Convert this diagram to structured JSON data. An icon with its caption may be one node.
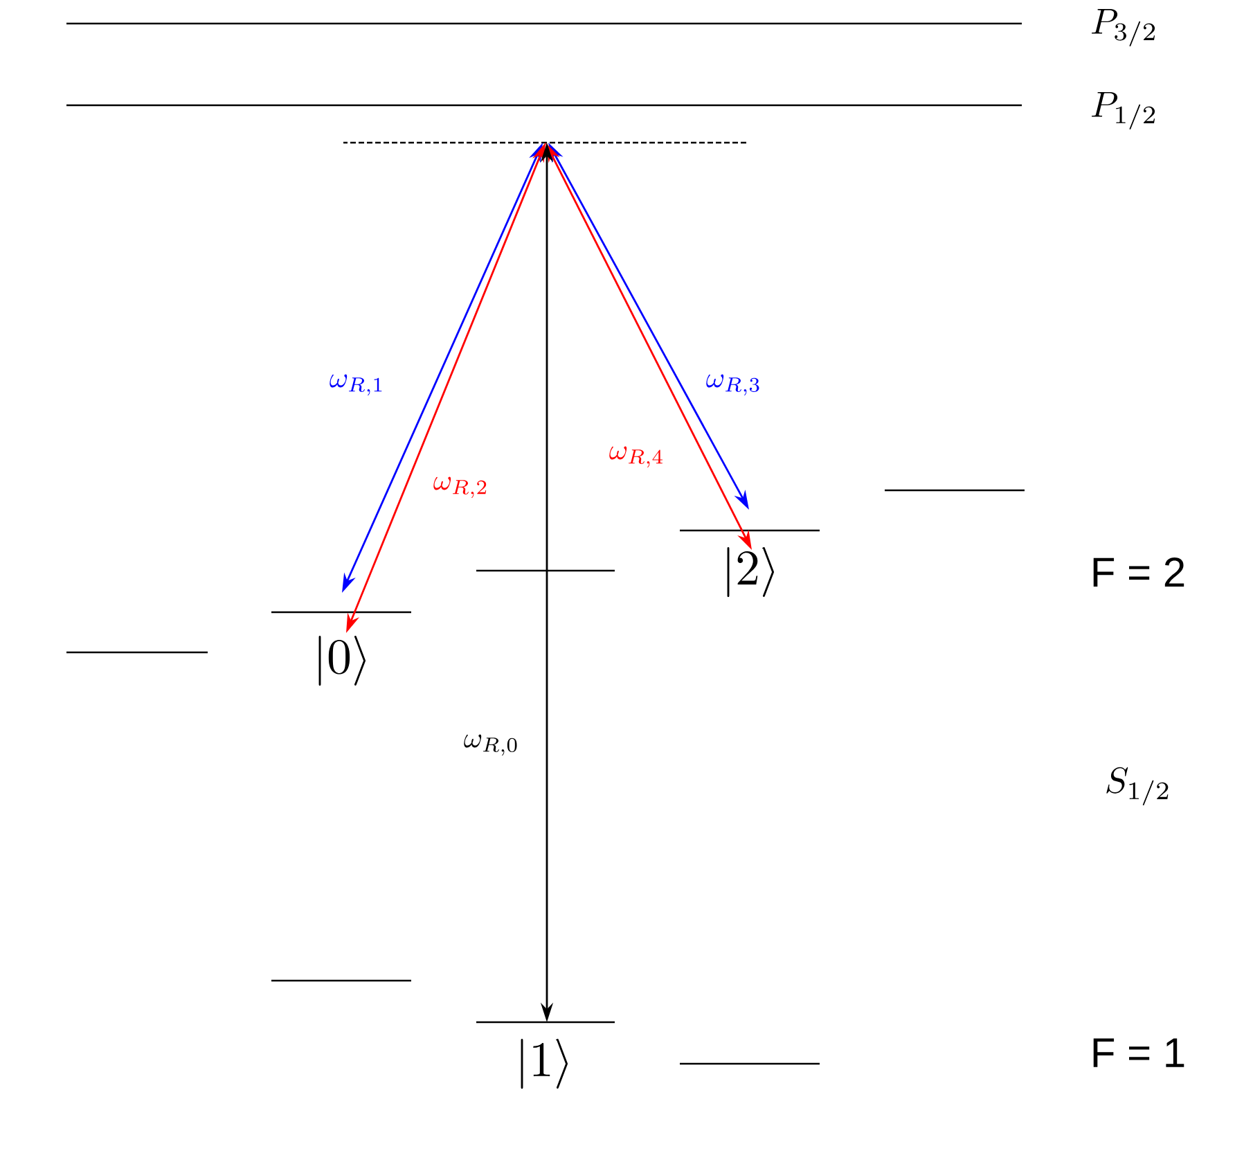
{
  "diagram": {
    "nodes": [
      {
        "text": [
          "P_{3/2}"
        ]
      },
      {
        "text": [
          "P_{1/2}"
        ]
      },
      {
        "text": [],
        "shape": "dashed-line"
      },
      {
        "text": [],
        "shape": "line"
      },
      {
        "text": [
          "|0\\rangle"
        ]
      },
      {
        "text": [],
        "shape": "line"
      },
      {
        "text": [
          "|2\\rangle"
        ]
      },
      {
        "text": [],
        "shape": "line"
      },
      {
        "text": [],
        "shape": "line"
      },
      {
        "text": [
          "|1\\rangle"
        ]
      },
      {
        "text": [],
        "shape": "line"
      }
    ],
    "edges": [
      {
        "from": 2,
        "to": 4,
        "arrow": "both",
        "label": "\\omega_{R,1}",
        "color": "#0000ff"
      },
      {
        "from": 2,
        "to": 4,
        "arrow": "both",
        "label": "\\omega_{R,2}",
        "color": "#ff0000"
      },
      {
        "from": 2,
        "to": 6,
        "arrow": "both",
        "label": "\\omega_{R,3}",
        "color": "#0000ff"
      },
      {
        "from": 2,
        "to": 6,
        "arrow": "both",
        "label": "\\omega_{R,4}",
        "color": "#ff0000"
      },
      {
        "from": 2,
        "to": 9,
        "arrow": "both",
        "label": "\\omega_{R,0}",
        "color": "#000000"
      }
    ],
    "labels": [
      "F = 2",
      "S_{1/2}",
      "F = 1"
    ]
  }
}
